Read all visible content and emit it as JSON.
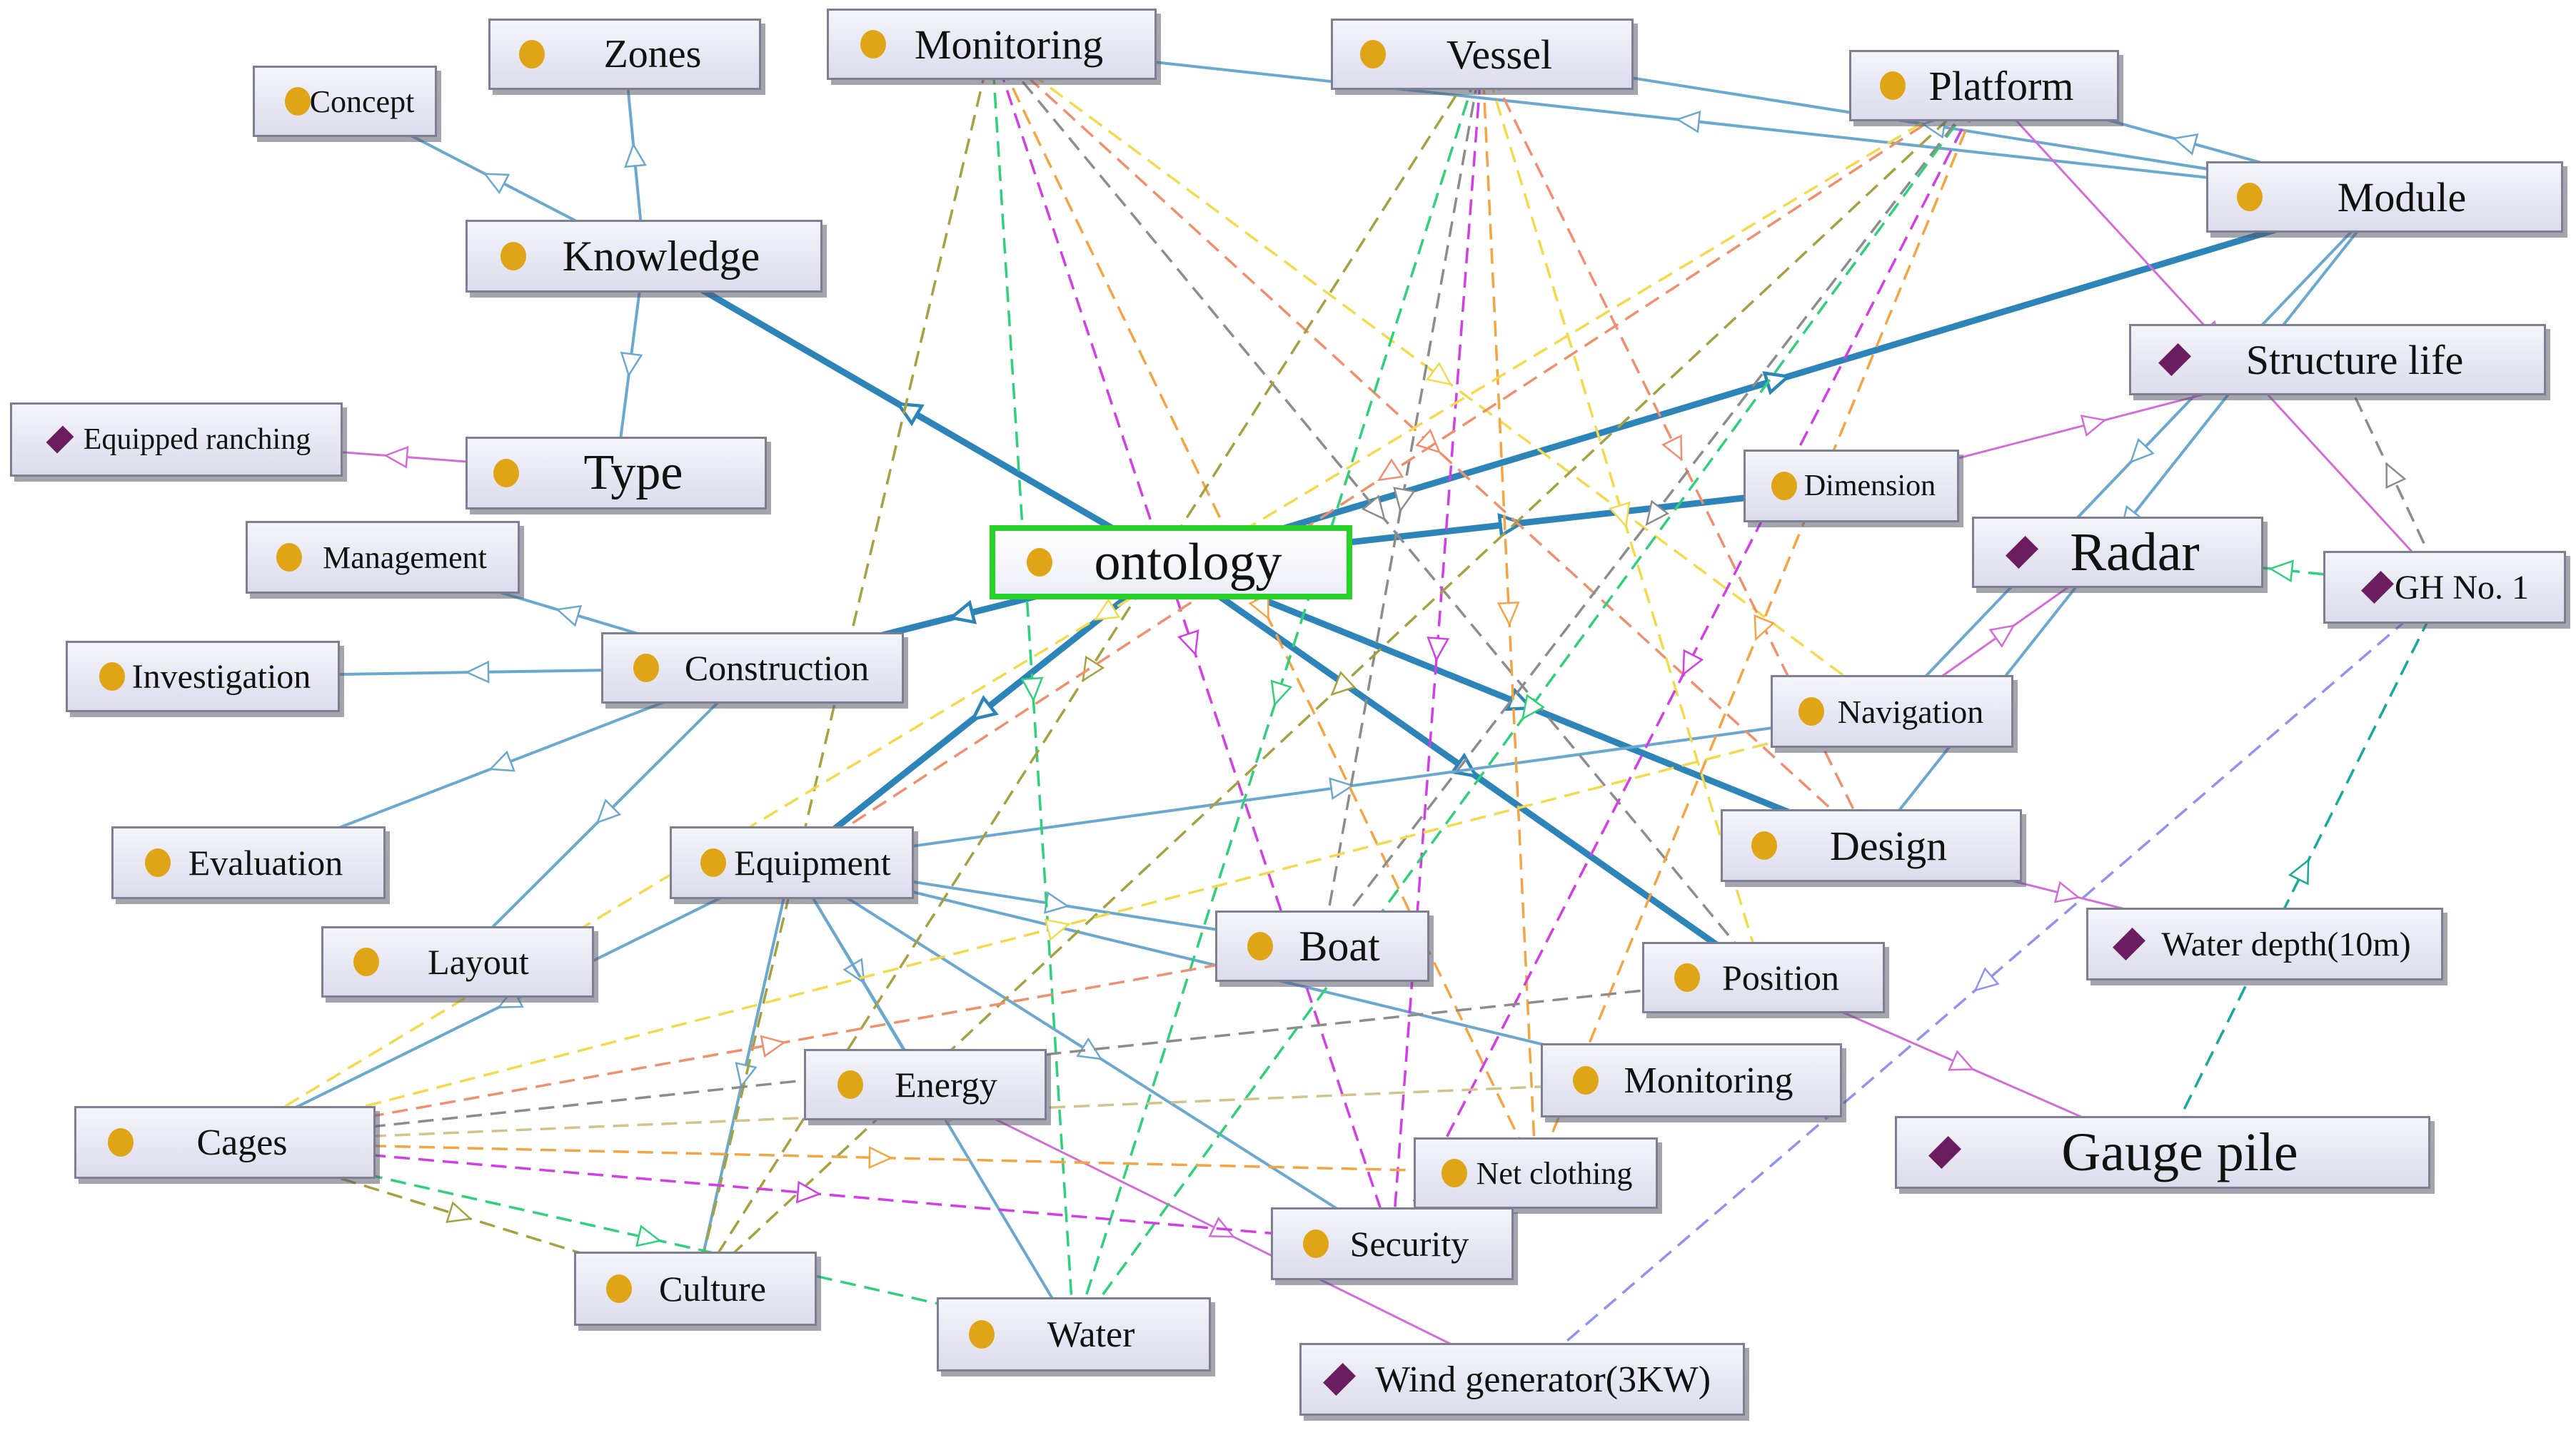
{
  "nodes": [
    {
      "id": "zones",
      "label": "Zones",
      "kind": "class"
    },
    {
      "id": "concept",
      "label": "Concept",
      "kind": "class"
    },
    {
      "id": "monitoring_top",
      "label": "Monitoring",
      "kind": "class"
    },
    {
      "id": "vessel",
      "label": "Vessel",
      "kind": "class"
    },
    {
      "id": "platform",
      "label": "Platform",
      "kind": "class"
    },
    {
      "id": "module",
      "label": "Module",
      "kind": "class"
    },
    {
      "id": "knowledge",
      "label": "Knowledge",
      "kind": "class"
    },
    {
      "id": "structure_life",
      "label": "Structure life",
      "kind": "individual"
    },
    {
      "id": "equipped_ranching",
      "label": "Equipped ranching",
      "kind": "individual"
    },
    {
      "id": "type",
      "label": "Type",
      "kind": "class"
    },
    {
      "id": "dimension",
      "label": "Dimension",
      "kind": "class"
    },
    {
      "id": "radar",
      "label": "Radar",
      "kind": "individual"
    },
    {
      "id": "gh_no1",
      "label": "GH No. 1",
      "kind": "individual"
    },
    {
      "id": "management",
      "label": "Management",
      "kind": "class"
    },
    {
      "id": "ontology",
      "label": "ontology",
      "kind": "class",
      "root": true
    },
    {
      "id": "investigation",
      "label": "Investigation",
      "kind": "class"
    },
    {
      "id": "construction",
      "label": "Construction",
      "kind": "class"
    },
    {
      "id": "navigation",
      "label": "Navigation",
      "kind": "class"
    },
    {
      "id": "evaluation",
      "label": "Evaluation",
      "kind": "class"
    },
    {
      "id": "equipment",
      "label": "Equipment",
      "kind": "class"
    },
    {
      "id": "design",
      "label": "Design",
      "kind": "class"
    },
    {
      "id": "layout",
      "label": "Layout",
      "kind": "class"
    },
    {
      "id": "boat",
      "label": "Boat",
      "kind": "class"
    },
    {
      "id": "position",
      "label": "Position",
      "kind": "class"
    },
    {
      "id": "water_depth",
      "label": "Water depth(10m)",
      "kind": "individual"
    },
    {
      "id": "energy",
      "label": "Energy",
      "kind": "class"
    },
    {
      "id": "monitoring_bottom",
      "label": "Monitoring",
      "kind": "class"
    },
    {
      "id": "cages",
      "label": "Cages",
      "kind": "class"
    },
    {
      "id": "gauge_pile",
      "label": "Gauge pile",
      "kind": "individual"
    },
    {
      "id": "net_clothing",
      "label": "Net clothing",
      "kind": "class"
    },
    {
      "id": "security",
      "label": "Security",
      "kind": "class"
    },
    {
      "id": "culture",
      "label": "Culture",
      "kind": "class"
    },
    {
      "id": "water",
      "label": "Water",
      "kind": "class"
    },
    {
      "id": "wind_generator",
      "label": "Wind generator(3KW)",
      "kind": "individual"
    }
  ],
  "edges": [
    {
      "from": "ontology",
      "to": "knowledge",
      "style": "subclass-main"
    },
    {
      "from": "ontology",
      "to": "construction",
      "style": "subclass-main"
    },
    {
      "from": "ontology",
      "to": "equipment",
      "style": "subclass-main"
    },
    {
      "from": "ontology",
      "to": "design",
      "style": "subclass-main"
    },
    {
      "from": "ontology",
      "to": "module",
      "style": "subclass-main"
    },
    {
      "from": "ontology",
      "to": "dimension",
      "style": "subclass-main"
    },
    {
      "from": "ontology",
      "to": "position",
      "style": "subclass-main"
    },
    {
      "from": "knowledge",
      "to": "concept",
      "style": "subclass"
    },
    {
      "from": "knowledge",
      "to": "zones",
      "style": "subclass"
    },
    {
      "from": "knowledge",
      "to": "type",
      "style": "subclass"
    },
    {
      "from": "construction",
      "to": "management",
      "style": "subclass"
    },
    {
      "from": "construction",
      "to": "investigation",
      "style": "subclass"
    },
    {
      "from": "construction",
      "to": "evaluation",
      "style": "subclass"
    },
    {
      "from": "construction",
      "to": "layout",
      "style": "subclass"
    },
    {
      "from": "equipment",
      "to": "energy",
      "style": "subclass"
    },
    {
      "from": "equipment",
      "to": "water",
      "style": "subclass"
    },
    {
      "from": "equipment",
      "to": "culture",
      "style": "subclass"
    },
    {
      "from": "equipment",
      "to": "security",
      "style": "subclass"
    },
    {
      "from": "equipment",
      "to": "monitoring_bottom",
      "style": "subclass"
    },
    {
      "from": "equipment",
      "to": "boat",
      "style": "subclass"
    },
    {
      "from": "equipment",
      "to": "navigation",
      "style": "subclass"
    },
    {
      "from": "equipment",
      "to": "cages",
      "style": "subclass"
    },
    {
      "from": "module",
      "to": "monitoring_top",
      "style": "subclass"
    },
    {
      "from": "module",
      "to": "vessel",
      "style": "subclass"
    },
    {
      "from": "module",
      "to": "platform",
      "style": "subclass"
    },
    {
      "from": "module",
      "to": "design",
      "style": "subclass"
    },
    {
      "from": "module",
      "to": "navigation",
      "style": "subclass"
    },
    {
      "from": "type",
      "to": "equipped_ranching",
      "style": "instance"
    },
    {
      "from": "platform",
      "to": "gh_no1",
      "style": "instance"
    },
    {
      "from": "dimension",
      "to": "structure_life",
      "style": "instance"
    },
    {
      "from": "navigation",
      "to": "radar",
      "style": "instance"
    },
    {
      "from": "design",
      "to": "water_depth",
      "style": "instance"
    },
    {
      "from": "position",
      "to": "gauge_pile",
      "style": "instance"
    },
    {
      "from": "energy",
      "to": "wind_generator",
      "style": "instance"
    },
    {
      "from": "gh_no1",
      "to": "radar",
      "style": "relation-green"
    },
    {
      "from": "gh_no1",
      "to": "structure_life",
      "style": "relation-gray"
    },
    {
      "from": "gh_no1",
      "to": "wind_generator",
      "style": "relation-lavender"
    },
    {
      "from": "gauge_pile",
      "to": "gh_no1",
      "style": "relation-teal"
    },
    {
      "from": "monitoring_top",
      "to": "culture",
      "style": "relation-olive"
    },
    {
      "from": "monitoring_top",
      "to": "water",
      "style": "relation-green"
    },
    {
      "from": "monitoring_top",
      "to": "security",
      "style": "relation-magenta"
    },
    {
      "from": "monitoring_top",
      "to": "net_clothing",
      "style": "relation-orange"
    },
    {
      "from": "monitoring_top",
      "to": "navigation",
      "style": "relation-yellow"
    },
    {
      "from": "monitoring_top",
      "to": "position",
      "style": "relation-gray"
    },
    {
      "from": "monitoring_top",
      "to": "design",
      "style": "relation-salmon"
    },
    {
      "from": "vessel",
      "to": "culture",
      "style": "relation-olive"
    },
    {
      "from": "vessel",
      "to": "water",
      "style": "relation-green"
    },
    {
      "from": "vessel",
      "to": "security",
      "style": "relation-magenta"
    },
    {
      "from": "vessel",
      "to": "net_clothing",
      "style": "relation-orange"
    },
    {
      "from": "vessel",
      "to": "boat",
      "style": "relation-gray"
    },
    {
      "from": "vessel",
      "to": "position",
      "style": "relation-yellow"
    },
    {
      "from": "vessel",
      "to": "design",
      "style": "relation-salmon"
    },
    {
      "from": "platform",
      "to": "culture",
      "style": "relation-olive"
    },
    {
      "from": "platform",
      "to": "water",
      "style": "relation-green"
    },
    {
      "from": "platform",
      "to": "security",
      "style": "relation-magenta"
    },
    {
      "from": "platform",
      "to": "net_clothing",
      "style": "relation-orange"
    },
    {
      "from": "platform",
      "to": "boat",
      "style": "relation-gray"
    },
    {
      "from": "platform",
      "to": "equipment",
      "style": "relation-salmon"
    },
    {
      "from": "platform",
      "to": "cages",
      "style": "relation-yellow"
    },
    {
      "from": "cages",
      "to": "navigation",
      "style": "relation-yellow"
    },
    {
      "from": "cages",
      "to": "position",
      "style": "relation-gray"
    },
    {
      "from": "cages",
      "to": "boat",
      "style": "relation-salmon"
    },
    {
      "from": "cages",
      "to": "net_clothing",
      "style": "relation-orange"
    },
    {
      "from": "cages",
      "to": "security",
      "style": "relation-magenta"
    },
    {
      "from": "cages",
      "to": "culture",
      "style": "relation-olive"
    },
    {
      "from": "cages",
      "to": "water",
      "style": "relation-green"
    },
    {
      "from": "cages",
      "to": "monitoring_bottom",
      "style": "relation-tan"
    }
  ]
}
